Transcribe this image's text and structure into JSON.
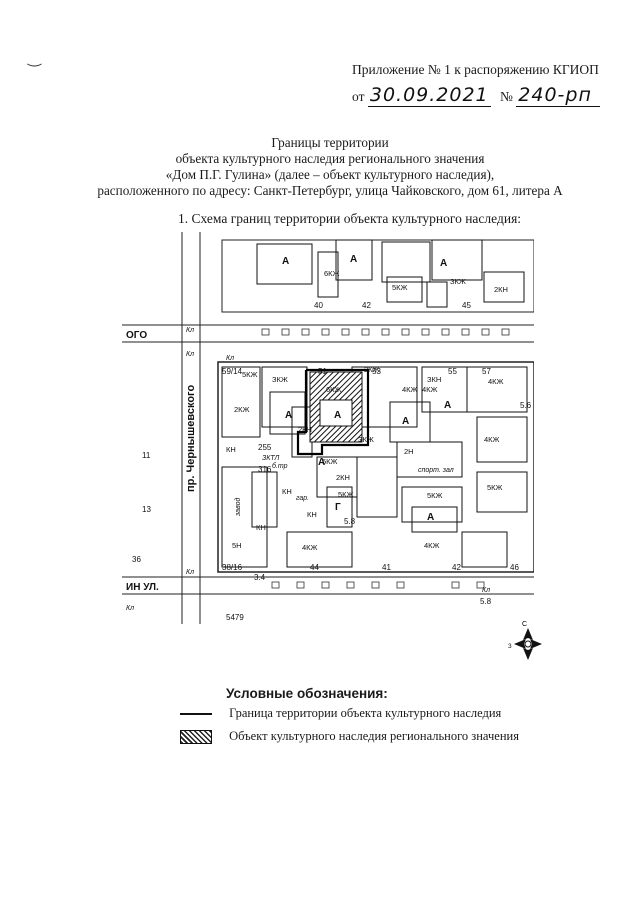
{
  "doc_mark": "‿",
  "annex": "Приложение № 1 к распоряжению КГИОП",
  "order": {
    "from_label": "от",
    "date": "30.09.2021",
    "num_label": "№",
    "number": "240-рп"
  },
  "title_lines": [
    "Границы территории",
    "объекта культурного наследия регионального значения",
    "«Дом П.Г. Гулина» (далее – объект культурного наследия),",
    "расположенного по адресу: Санкт-Петербург, улица Чайковского, дом 61, литера А"
  ],
  "section_heading": "1.   Схема границ территории объекта культурного наследия:",
  "map": {
    "streets": [
      "пр. Чернышевского",
      "ОГО",
      "ИН УЛ."
    ],
    "house_numbers": [
      "59/14",
      "51",
      "53",
      "55",
      "57",
      "40",
      "42",
      "45",
      "36",
      "38/16",
      "44",
      "41",
      "42",
      "46",
      "5.6",
      "5.8",
      "5.8",
      "11",
      "13",
      "255",
      "316",
      "5479",
      "3.4"
    ],
    "building_labels": [
      "А",
      "А",
      "А",
      "А",
      "А",
      "А",
      "А",
      "А",
      "А",
      "Г",
      "КН",
      "КН",
      "КН",
      "КН",
      "ЗКЖ",
      "4КЖ",
      "4КЖ",
      "5КЖ",
      "5КЖ",
      "5КЖ",
      "5КЖ",
      "6КЖ",
      "ЗКЖ",
      "2КЖ",
      "2КН",
      "2КН",
      "2КН",
      "ЗКН",
      "ЗКЖ",
      "4КЖ",
      "4КЖ",
      "2КЖ",
      "2Н",
      "5Н",
      "5КЖ",
      "4КЖ",
      "4КЖ",
      "5КЖ",
      "6КЖ"
    ],
    "other_labels": [
      "Кл",
      "Кл",
      "Кл",
      "Кл",
      "Кл",
      "Кл",
      "ЗКТЛ",
      "б.тр",
      "гар.",
      "спорт. зал",
      "завод"
    ]
  },
  "compass": {
    "north": "С",
    "west": "З"
  },
  "legend": {
    "title": "Условные обозначения:",
    "items": [
      {
        "label": "Граница территории объекта культурного наследия"
      },
      {
        "label": "Объект культурного наследия регионального значения"
      }
    ]
  }
}
